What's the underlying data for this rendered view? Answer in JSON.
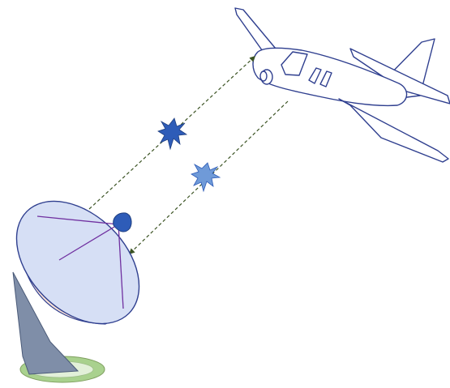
{
  "diagram": {
    "subject": "radar-illustration",
    "elements": [
      "radar-dish",
      "aircraft",
      "transmitted-signal",
      "reflected-echo"
    ]
  },
  "colors": {
    "background": "#ffffff",
    "aircraft_fill": "#ffffff",
    "aircraft_stroke": "#2f3f8f",
    "dish_face": "#d6dff5",
    "dish_back": "#fbe3d6",
    "dish_stroke": "#2f3f8f",
    "dish_struts": "#7030a0",
    "feed_horn": "#2e5cb8",
    "pedestal": "#7f8ea8",
    "base_outer": "#a9d18e",
    "base_inner": "#e2f0d9",
    "signal_line": "#3b5323",
    "pulse_transmit": "#2e5cb8",
    "pulse_echo": "#6f9ad8"
  }
}
